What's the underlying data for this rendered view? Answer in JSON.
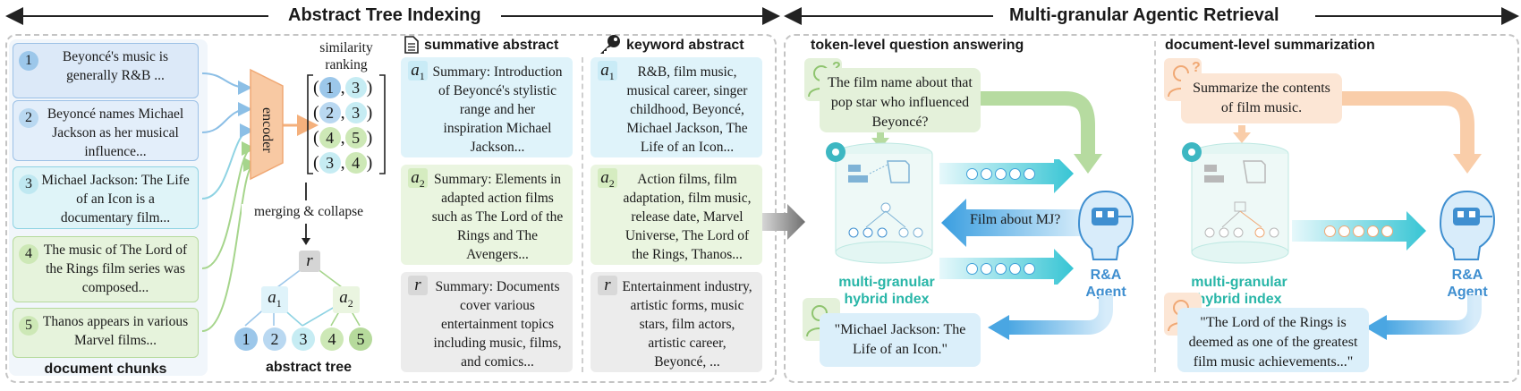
{
  "headers": {
    "left": "Abstract Tree Indexing",
    "right": "Multi-granular Agentic Retrieval"
  },
  "chunks": [
    {
      "num": "1",
      "text": "Beyoncé's music is generally R&B ..."
    },
    {
      "num": "2",
      "text": "Beyoncé names Michael Jackson as her musical influence..."
    },
    {
      "num": "3",
      "text": "Michael Jackson: The Life of an Icon is a documentary film..."
    },
    {
      "num": "4",
      "text": "The music of The Lord of the Rings film series was composed..."
    },
    {
      "num": "5",
      "text": "Thanos appears in various Marvel films..."
    }
  ],
  "chunks_label": "document chunks",
  "encoder_label": "encoder",
  "similarity_label": "similarity ranking",
  "pairs": [
    [
      "1",
      "3"
    ],
    [
      "2",
      "3"
    ],
    [
      "4",
      "5"
    ],
    [
      "3",
      "4"
    ]
  ],
  "merge_label": "merging & collapse",
  "tree": {
    "root": "r",
    "a1": "a",
    "a1_sub": "1",
    "a2": "a",
    "a2_sub": "2",
    "leaves": [
      "1",
      "2",
      "3",
      "4",
      "5"
    ],
    "label": "abstract tree"
  },
  "summative": {
    "title": "summative abstract",
    "items": [
      {
        "label": "a",
        "sub": "1",
        "text": "Summary: Introduction of Beyoncé's stylistic range and her inspiration Michael Jackson..."
      },
      {
        "label": "a",
        "sub": "2",
        "text": "Summary: Elements in adapted action films such as The Lord of the Rings and The Avengers..."
      },
      {
        "label": "r",
        "sub": "",
        "text": "Summary: Documents cover various entertainment topics including music, films, and comics..."
      }
    ]
  },
  "keyword": {
    "title": "keyword abstract",
    "items": [
      {
        "label": "a",
        "sub": "1",
        "text": "R&B, film music, musical career, singer childhood, Beyoncé, Michael Jackson, The Life of an Icon..."
      },
      {
        "label": "a",
        "sub": "2",
        "text": "Action films, film adaptation, film music, release date, Marvel Universe, The Lord of the Rings, Thanos..."
      },
      {
        "label": "r",
        "sub": "",
        "text": "Entertainment industry, artistic forms, music stars, film actors, artistic career, Beyoncé, ..."
      }
    ]
  },
  "token_qa": {
    "title": "token-level question answering",
    "question": "The film name about that pop star who influenced Beyoncé?",
    "query": "Film about MJ?",
    "answer": "\"Michael Jackson: The Life of an Icon.\"",
    "index_label": "multi-granular hybrid index",
    "agent_label": "R&A Agent"
  },
  "doc_sum": {
    "title": "document-level summarization",
    "question": "Summarize the contents of film music.",
    "answer": "\"The Lord of the Rings is deemed as one of the greatest film music achievements...\"",
    "index_label": "multi-granular hybrid index",
    "agent_label": "R&A Agent"
  },
  "colors": {
    "blue_chunk": "#dce9f8",
    "cyan_chunk": "#dff4f8",
    "green_chunk": "#e6f3dc",
    "summ_blue": "#dff3fa",
    "summ_green": "#eaf5e0",
    "summ_gray": "#ececec",
    "teal": "#29b6a8",
    "agent_blue": "#3f8fd0",
    "orange": "#f6b98a"
  }
}
